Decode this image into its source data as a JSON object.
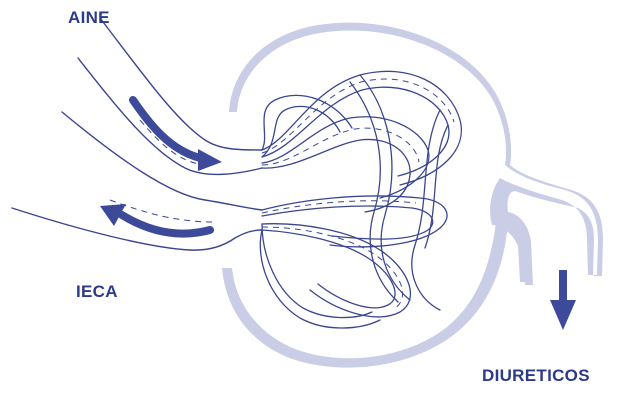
{
  "labels": {
    "afferent": "AINE",
    "efferent": "IECA",
    "tubule": "DIURETICOS"
  },
  "colors": {
    "label": "#2c3a8a",
    "arrow": "#3d4a9a",
    "outline": "#3b4690",
    "capsule_fill": "#c9cde6"
  },
  "icons": {
    "afferent_arrow": "arrow-right",
    "efferent_arrow": "arrow-left",
    "tubule_arrow": "arrow-down"
  }
}
